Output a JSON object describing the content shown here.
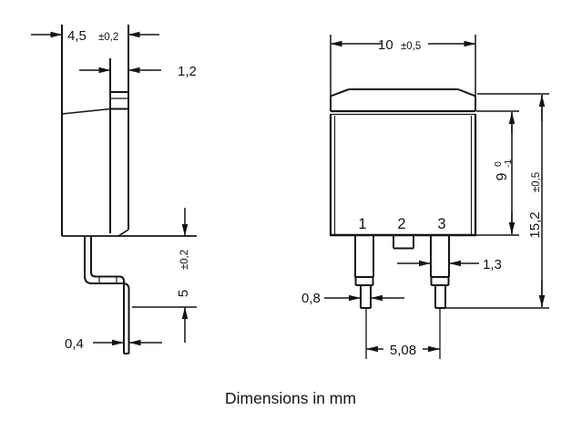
{
  "caption": {
    "text": "Dimensions in mm"
  },
  "side_view": {
    "dim_width": {
      "value": "4,5",
      "tol": "±0,2"
    },
    "dim_tab": {
      "value": "1,2"
    },
    "dim_standoff": {
      "value": "5",
      "tol": "±0,2"
    },
    "dim_lead_thickness": {
      "value": "0,4"
    }
  },
  "front_view": {
    "dim_width": {
      "value": "10",
      "tol": "±0,5"
    },
    "dim_body_height": {
      "value": "9",
      "tol_upper": "0",
      "tol_lower": "-1"
    },
    "dim_total_height": {
      "value": "15,2",
      "tol": "±0,5"
    },
    "dim_lead_width": {
      "value": "1,3"
    },
    "dim_tip_width": {
      "value": "0,8"
    },
    "dim_pitch": {
      "value": "5,08"
    },
    "pin_labels": [
      "1",
      "2",
      "3"
    ]
  }
}
